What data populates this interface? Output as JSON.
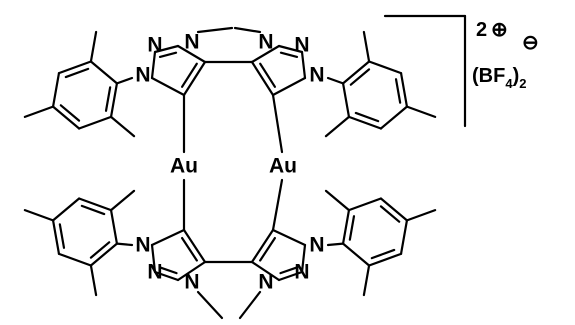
{
  "molecule": {
    "atoms": {
      "N": "N",
      "Au": "Au"
    },
    "counterion": {
      "charge_number": "2",
      "charge_sign": "⊕",
      "anion_sign": "⊖",
      "open_paren": "(",
      "formula_base": "BF",
      "fluorine_count": "4",
      "close_paren": ")",
      "ion_count": "2"
    }
  }
}
